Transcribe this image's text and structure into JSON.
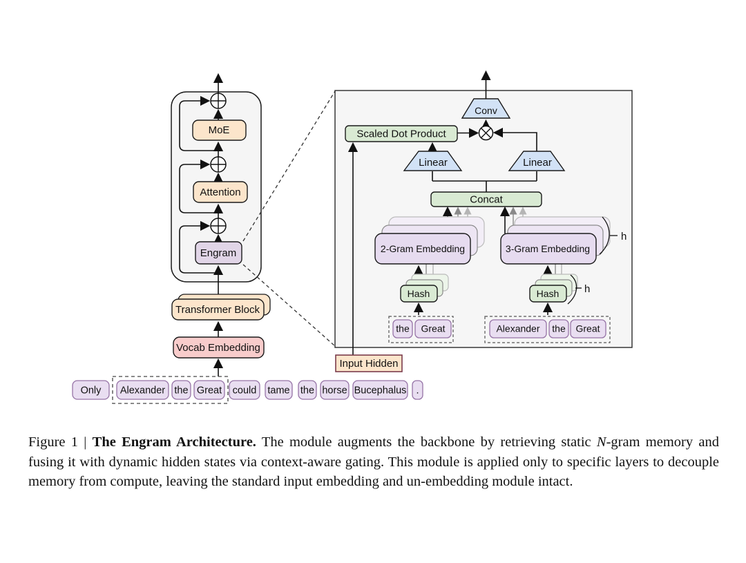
{
  "figure": {
    "backbone": {
      "moe_label": "MoE",
      "attention_label": "Attention",
      "engram_label": "Engram",
      "transformer_block_label": "Transformer Block",
      "vocab_embedding_label": "Vocab Embedding"
    },
    "engram_module": {
      "conv_label": "Conv",
      "scaled_dot_product_label": "Scaled Dot Product",
      "linear_left_label": "Linear",
      "linear_right_label": "Linear",
      "concat_label": "Concat",
      "two_gram_label": "2-Gram Embedding",
      "three_gram_label": "3-Gram Embedding",
      "hash_left_label": "Hash",
      "hash_right_label": "Hash",
      "heads_label_embedding": "h",
      "heads_label_hash": "h",
      "tokens_2gram": [
        "the",
        "Great"
      ],
      "tokens_3gram": [
        "Alexander",
        "the",
        "Great"
      ],
      "input_hidden_label": "Input Hidden"
    },
    "input_tokens": [
      "Only",
      "Alexander",
      "the",
      "Great",
      "could",
      "tame",
      "the",
      "horse",
      "Bucephalus",
      "."
    ],
    "caption": {
      "figure_label": "Figure 1 | ",
      "title": "The Engram Architecture.",
      "body_pre_italic": " The module augments the backbone by retrieving static ",
      "italic_term": "N",
      "body_post_italic": "-gram memory and fusing it with dynamic hidden states via context-aware gating. This module is applied only to specific layers to decouple memory from compute, leaving the standard input embedding and un-embedding module intact."
    },
    "colors": {
      "block_orange": "#fce5cb",
      "block_pink": "#f8cccb",
      "block_purple": "#e1d5e7",
      "block_green": "#d9ead3",
      "block_blue": "#d2e2f6",
      "token_fill": "#e9def1",
      "token_border": "#9673a6",
      "panel_gray": "#f6f6f6",
      "input_hidden_border": "#7b3b4b"
    }
  }
}
